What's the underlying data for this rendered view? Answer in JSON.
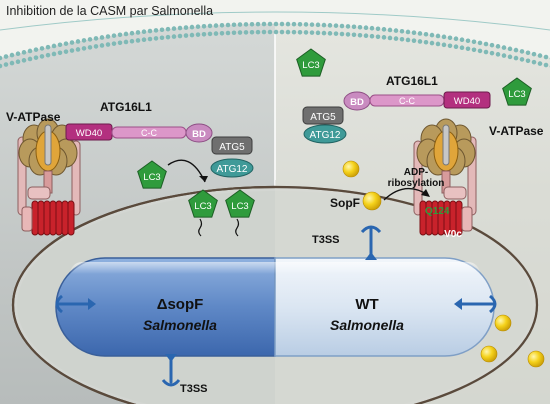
{
  "title": "Inhibition de la CASM par Salmonella",
  "left": {
    "complex": {
      "wd40": "WD40",
      "cc": "C-C",
      "bd": "BD",
      "atg5": "ATG5",
      "atg12": "ATG12",
      "name": "ATG16L1"
    },
    "vatpase": "V-ATPase",
    "lc3_free": "LC3",
    "lc3_bound": [
      "LC3",
      "LC3"
    ],
    "bacterium": {
      "line1": "ΔsopF",
      "line2": "Salmonella"
    },
    "t3ss": "T3SS"
  },
  "right": {
    "complex": {
      "wd40": "WD40",
      "cc": "C-C",
      "bd": "BD",
      "atg5": "ATG5",
      "atg12": "ATG12",
      "name": "ATG16L1"
    },
    "vatpase": "V-ATPase",
    "lc3_free": [
      "LC3",
      "LC3"
    ],
    "sopf": "SopF",
    "reaction": {
      "line1": "ADP-",
      "line2": "ribosylation"
    },
    "residue": "Q124",
    "v0c": "V0c",
    "bacterium": {
      "line1": "WT",
      "line2": "Salmonella"
    },
    "t3ss": "T3SS"
  },
  "colors": {
    "wd40": "#b3307f",
    "cc": "#d98fc6",
    "bd": "#c98bc0",
    "atg5": "#6f6f6f",
    "atg12": "#3f9a98",
    "lc3": "#2f9b3c",
    "sopf": "#f2cf1a",
    "left_cytosol": "#c4c9c8",
    "right_cytosol": "#dadcd6",
    "bacterium_left": "#6d93cc",
    "bacterium_right": "#dbe7f3",
    "t3ss": "#2a66b0"
  }
}
